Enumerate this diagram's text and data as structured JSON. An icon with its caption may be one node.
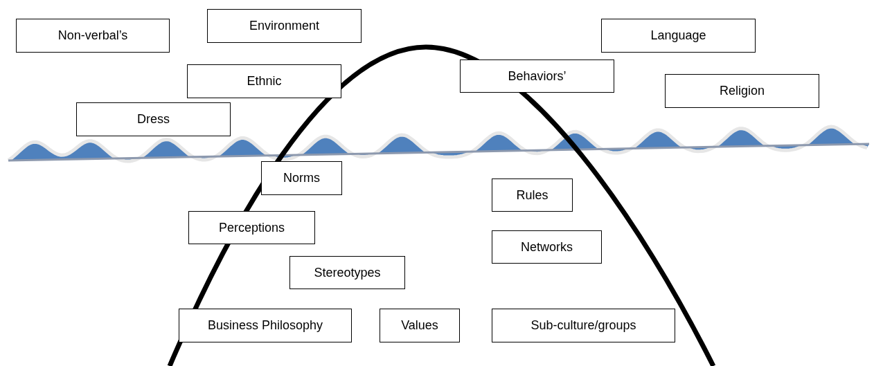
{
  "diagram": {
    "nodes": [
      {
        "text": [
          "Non-verbal’s"
        ]
      },
      {
        "text": [
          "Environment"
        ]
      },
      {
        "text": [
          "Language"
        ]
      },
      {
        "text": [
          "Behaviors’"
        ]
      },
      {
        "text": [
          "Ethnic"
        ]
      },
      {
        "text": [
          "Religion"
        ]
      },
      {
        "text": [
          "Dress"
        ]
      },
      {
        "text": [
          "Norms"
        ]
      },
      {
        "text": [
          "Rules"
        ]
      },
      {
        "text": [
          "Perceptions"
        ]
      },
      {
        "text": [
          "Networks"
        ]
      },
      {
        "text": [
          "Stereotypes"
        ]
      },
      {
        "text": [
          "Business Philosophy"
        ]
      },
      {
        "text": [
          "Values"
        ]
      },
      {
        "text": [
          "Sub-culture/groups"
        ]
      }
    ]
  }
}
